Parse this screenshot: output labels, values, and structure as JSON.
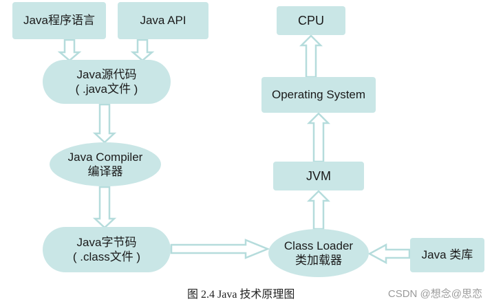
{
  "nodes": {
    "java_lang": {
      "label": "Java程序语言"
    },
    "java_api": {
      "label": "Java API"
    },
    "java_source": {
      "line1": "Java源代码",
      "line2": "( .java文件 )"
    },
    "java_compiler": {
      "line1": "Java Compiler",
      "line2": "编译器"
    },
    "java_bytecode": {
      "line1": "Java字节码",
      "line2": "( .class文件 )"
    },
    "class_loader": {
      "line1": "Class Loader",
      "line2": "类加载器"
    },
    "java_lib": {
      "label": "Java 类库"
    },
    "jvm": {
      "label": "JVM"
    },
    "os": {
      "label": "Operating System"
    },
    "cpu": {
      "label": "CPU"
    }
  },
  "caption": "图 2.4 Java 技术原理图",
  "watermark": "CSDN @想念@思恋",
  "colors": {
    "node_fill": "#c9e6e6",
    "arrow_fill": "#ffffff",
    "arrow_stroke": "#b5dcdc"
  }
}
